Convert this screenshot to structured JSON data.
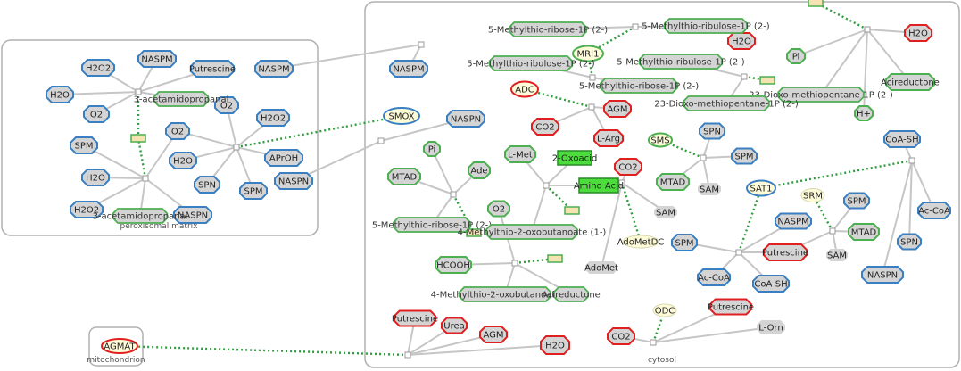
{
  "compartments": {
    "peroxisome": "peroxisomal matrix",
    "mitochondrion": "mitochondrion",
    "cytosol": "cytosol"
  },
  "nodes": {
    "p_h2o2_a": "H2O2",
    "p_naspm_a": "NASPM",
    "p_putrescine": "Putrescine",
    "p_naspm_b": "NASPM",
    "p_h2o_a": "H2O",
    "p_o2_a": "O2",
    "p_o2_b": "O2",
    "p_h2o2_b": "H2O2",
    "p_spm_a": "SPM",
    "p_o2_c": "O2",
    "p_h2o_b": "H2O",
    "p_aproh": "APrOH",
    "p_h2o_c": "H2O",
    "p_spn": "SPN",
    "p_spm_b": "SPM",
    "p_h2o2_c": "H2O2",
    "p_naspn": "NASPN",
    "p_naspn_b": "NASPN",
    "smox": "SMOX",
    "c_naspm": "NASPM",
    "c_naspn_top": "NASPN",
    "c_naspn_left": "NASPN",
    "mri1": "MRI1",
    "c_h2o_top": "H2O",
    "adc": "ADC",
    "agm": "AGM",
    "co2_a": "CO2",
    "larg": "L-Arg",
    "pi_a": "Pi",
    "pi_b": "Pi",
    "acireductone_a": "Acireductone",
    "hplus": "H+",
    "c_h2o_right": "H2O",
    "sms": "SMS",
    "c_spn_a": "SPN",
    "c_spm_a": "SPM",
    "mtad_a": "MTAD",
    "sam_a": "SAM",
    "lmet": "L-Met",
    "oxoacid": "2-Oxoacid",
    "aminoacid": "Amino Acid",
    "co2_b": "CO2",
    "sam_b": "SAM",
    "adometdc": "AdoMetDC",
    "adomet": "AdoMet",
    "mtad_b": "MTAD",
    "ade": "Ade",
    "o2_c": "O2",
    "hcooh": "HCOOH",
    "coash_a": "CoA-SH",
    "acoa_a": "Ac-CoA",
    "spn_r": "SPN",
    "sat1": "SAT1",
    "srm": "SRM",
    "spm_r": "SPM",
    "mtad_r": "MTAD",
    "sam_r": "SAM",
    "naspm_c": "NASPM",
    "putrescine_c": "Putrescine",
    "spm_c": "SPM",
    "acoa_b": "Ac-CoA",
    "coash_b": "CoA-SH",
    "naspn_c": "NASPN",
    "agmat": "AGMAT",
    "putrescine_b": "Putrescine",
    "urea": "Urea",
    "agm_b": "AGM",
    "h2o_b": "H2O",
    "odc": "ODC",
    "putrescine_d": "Putrescine",
    "co2_c": "CO2",
    "lorn": "L-Orn"
  },
  "labels": {
    "acetamidopropanal_a": "3-acetamidopropanal",
    "acetamidopropanal_b": "3-acetamidopropanal",
    "mtr1p_top": "5-Methylthio-ribose-1P (2-)",
    "mtru1p_top": "5-Methylthio-ribulose-1P (2-)",
    "mtru1p_mid": "5-Methylthio-ribulose-1P (2-)",
    "mtru1p_right": "5-Methylthio-ribulose-1P (2-)",
    "mtr1p_mid": "5-Methylthio-ribose-1P (2-)",
    "dioxo_a": "23-Dioxo-methiopentane-1P (2-)",
    "dioxo_b": "23-Dioxo-methiopentane-1P (2-)",
    "mtr1p_left": "5-Methylthio-ribose-1P (2-)",
    "mtob_a": "4-Methylthio-2-oxobutanoate (1-)",
    "mtob_b": "4-Methylthio-2-oxobutanoate (1-)",
    "acireductone_b": "Acireductone"
  },
  "colors": {
    "metabolite_fill": "#d4d4d4",
    "blue_border": "#3a7fc1",
    "green_border": "#4caf50",
    "red_border": "#e02020",
    "enzyme_fill": "#fdfbd8",
    "gene_fill": "#4cdc3c",
    "edge": "#c6c6c6",
    "dotted": "#2e9e3e"
  }
}
